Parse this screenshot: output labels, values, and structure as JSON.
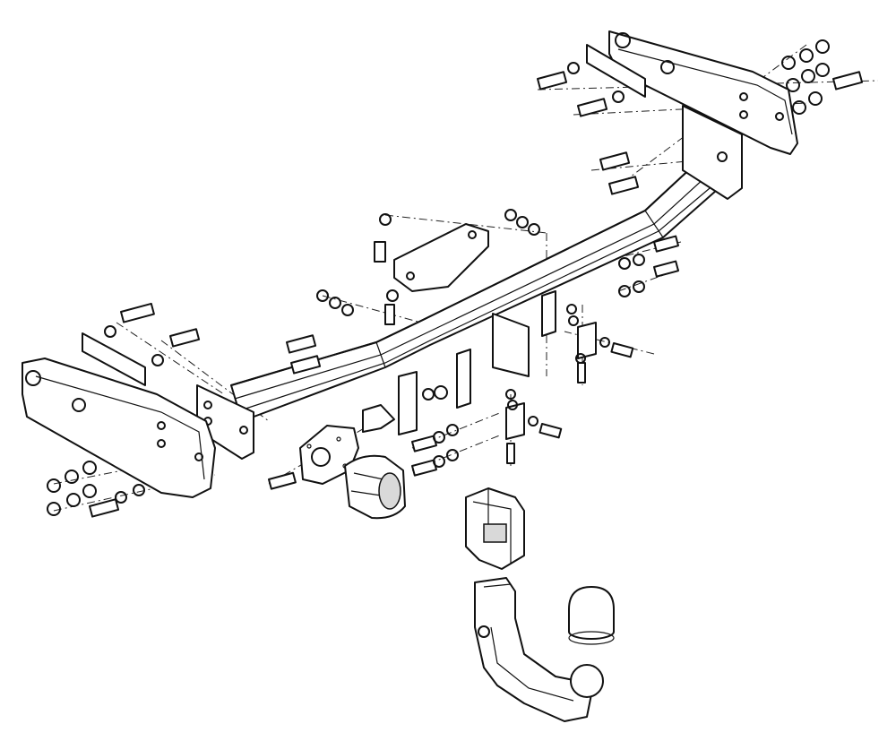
{
  "drawing": {
    "parts": [
      "crossbar",
      "left-side-bracket",
      "right-side-bracket",
      "center-bracket",
      "socket-plate",
      "electrical-socket",
      "towball-receiver",
      "detachable-towball-neck",
      "towball-cover"
    ],
    "colors": {
      "line": "#111111",
      "background": "#ffffff",
      "shade": "#d9d9d9"
    }
  }
}
